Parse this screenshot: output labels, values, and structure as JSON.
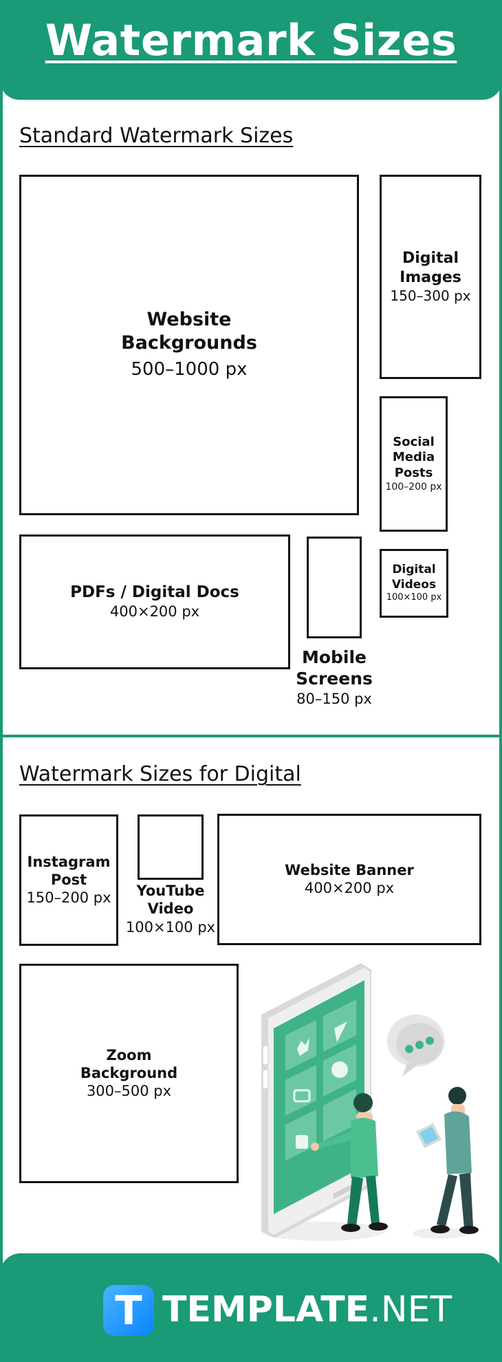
{
  "title": "Watermark Sizes",
  "section1": {
    "heading": "Standard Watermark Sizes",
    "boxes": {
      "website_backgrounds": {
        "name_line1": "Website",
        "name_line2": "Backgrounds",
        "size": "500–1000 px"
      },
      "digital_images": {
        "name_line1": "Digital",
        "name_line2": "Images",
        "size": "150–300 px"
      },
      "social_media_posts": {
        "name_line1": "Social",
        "name_line2": "Media",
        "name_line3": "Posts",
        "size": "100–200 px"
      },
      "pdfs_digital_docs": {
        "name": "PDFs / Digital Docs",
        "size": "400×200 px"
      },
      "mobile_screens": {
        "name_line1": "Mobile",
        "name_line2": "Screens",
        "size": "80–150 px"
      },
      "digital_videos": {
        "name_line1": "Digital",
        "name_line2": "Videos",
        "size": "100×100 px"
      }
    }
  },
  "section2": {
    "heading": "Watermark Sizes for Digital",
    "boxes": {
      "instagram_post": {
        "name_line1": "Instagram",
        "name_line2": "Post",
        "size": "150–200 px"
      },
      "youtube_video": {
        "name_line1": "YouTube",
        "name_line2": "Video",
        "size": "100×100 px"
      },
      "website_banner": {
        "name": "Website Banner",
        "size": "400×200 px"
      },
      "zoom_background": {
        "name_line1": "Zoom",
        "name_line2": "Background",
        "size": "300–500 px"
      }
    }
  },
  "footer": {
    "logo_letter": "T",
    "brand_bold": "TEMPLATE",
    "brand_rest": ".NET"
  },
  "colors": {
    "brand_green": "#1a9a77",
    "logo_blue": "#0a84ff"
  }
}
